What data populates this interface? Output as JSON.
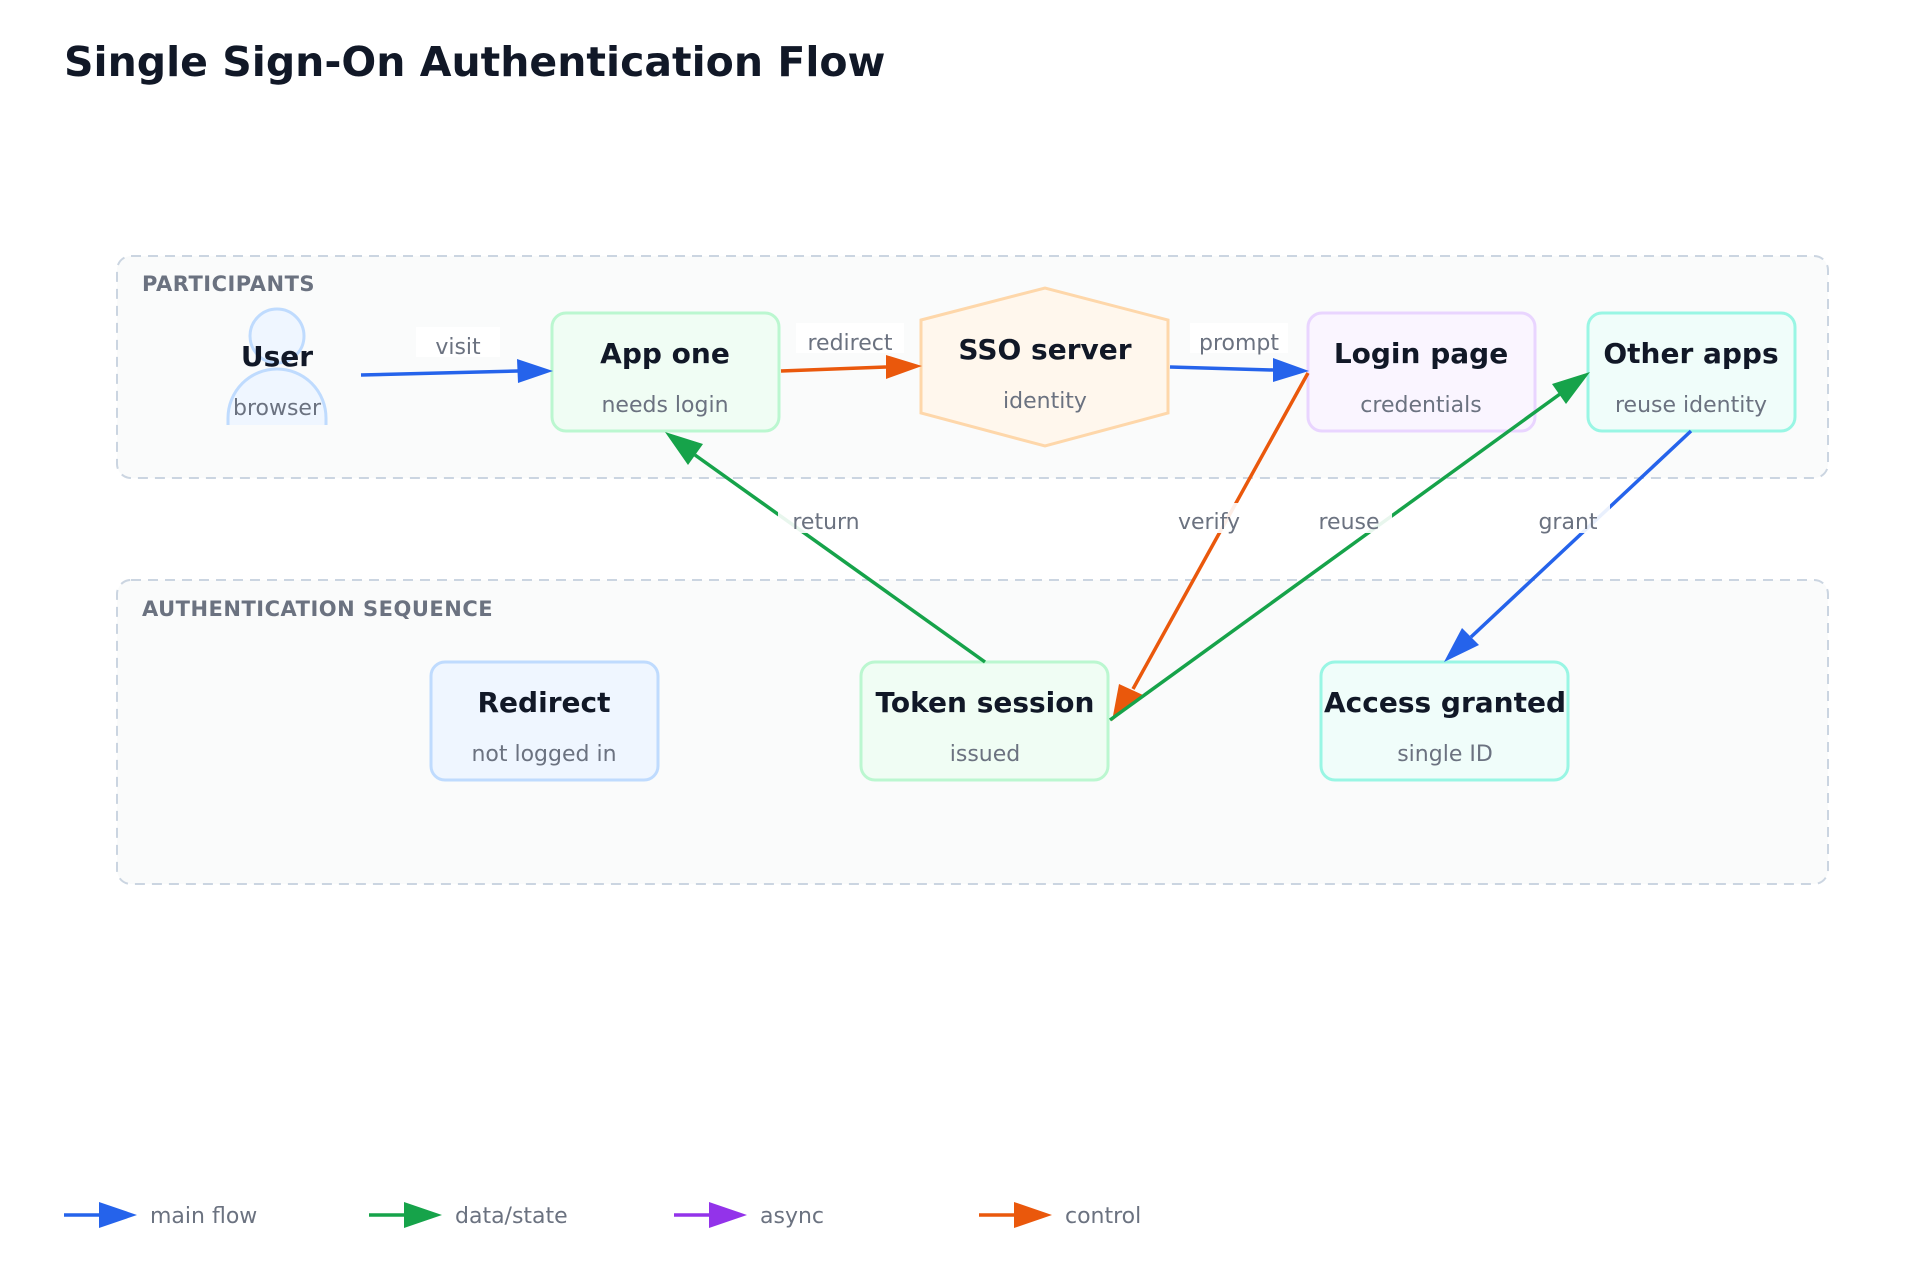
{
  "title": "Single Sign-On Authentication Flow",
  "colors": {
    "main_flow": "#2563eb",
    "data_state": "#16a34a",
    "async": "#9333ea",
    "control": "#ea580c"
  },
  "groups": {
    "participants": "PARTICIPANTS",
    "sequence": "AUTHENTICATION SEQUENCE"
  },
  "nodes": {
    "user": {
      "title": "User",
      "sub": "browser",
      "icon": "person-icon"
    },
    "app_one": {
      "title": "App one",
      "sub": "needs login"
    },
    "sso_server": {
      "title": "SSO server",
      "sub": "identity"
    },
    "login_page": {
      "title": "Login page",
      "sub": "credentials"
    },
    "other_apps": {
      "title": "Other apps",
      "sub": "reuse identity"
    },
    "redirect": {
      "title": "Redirect",
      "sub": "not logged in"
    },
    "token_session": {
      "title": "Token session",
      "sub": "issued"
    },
    "access_granted": {
      "title": "Access granted",
      "sub": "single ID"
    }
  },
  "edges": {
    "visit": "visit",
    "redirect": "redirect",
    "prompt": "prompt",
    "verify": "verify",
    "return": "return",
    "reuse": "reuse",
    "grant": "grant"
  },
  "legend": [
    {
      "label": "main flow",
      "color": "#2563eb"
    },
    {
      "label": "data/state",
      "color": "#16a34a"
    },
    {
      "label": "async",
      "color": "#9333ea"
    },
    {
      "label": "control",
      "color": "#ea580c"
    }
  ]
}
